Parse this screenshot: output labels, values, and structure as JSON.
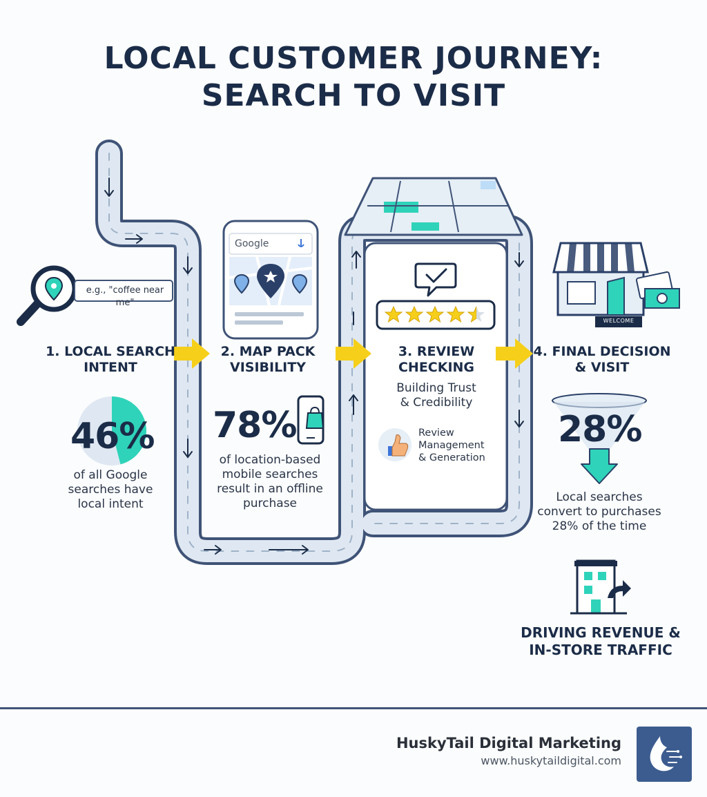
{
  "title": {
    "line1": "LOCAL CUSTOMER JOURNEY:",
    "line2": "SEARCH TO VISIT"
  },
  "steps": [
    {
      "label_line1": "1. LOCAL SEARCH",
      "label_line2": "INTENT",
      "stat": "46%",
      "desc_lines": [
        "of all Google",
        "searches have",
        "local intent"
      ]
    },
    {
      "label_line1": "2. MAP PACK",
      "label_line2": "VISIBILITY",
      "stat": "78%",
      "desc_lines": [
        "of location-based",
        "mobile searches",
        "result in an offline",
        "purchase"
      ]
    },
    {
      "label_line1": "3. REVIEW",
      "label_line2": "CHECKING",
      "sub_lines": [
        "Building Trust",
        "& Credibility"
      ],
      "badge_lines": [
        "Review",
        "Management",
        "& Generation"
      ]
    },
    {
      "label_line1": "4. FINAL DECISION",
      "label_line2": "& VISIT",
      "stat": "28%",
      "desc_lines": [
        "Local searches",
        "convert to purchases",
        "28% of the time"
      ]
    }
  ],
  "search_box": {
    "text": "e.g., \"coffee near me\""
  },
  "phone": {
    "brand": "Google"
  },
  "store_sign": "WELCOME",
  "revenue": {
    "line1": "DRIVING REVENUE &",
    "line2": "IN-STORE TRAFFIC"
  },
  "chart_data": {
    "type": "pie",
    "title": "",
    "categories": [
      "local intent",
      "other"
    ],
    "values": [
      46,
      54
    ]
  },
  "footer": {
    "company": "HuskyTail Digital Marketing",
    "url": "www.huskytaildigital.com"
  },
  "colors": {
    "navy": "#1b2c48",
    "teal": "#2fd3b9",
    "yellow": "#f6cf1a",
    "road": "#dfe8f2",
    "road_edge": "#3f5377"
  }
}
